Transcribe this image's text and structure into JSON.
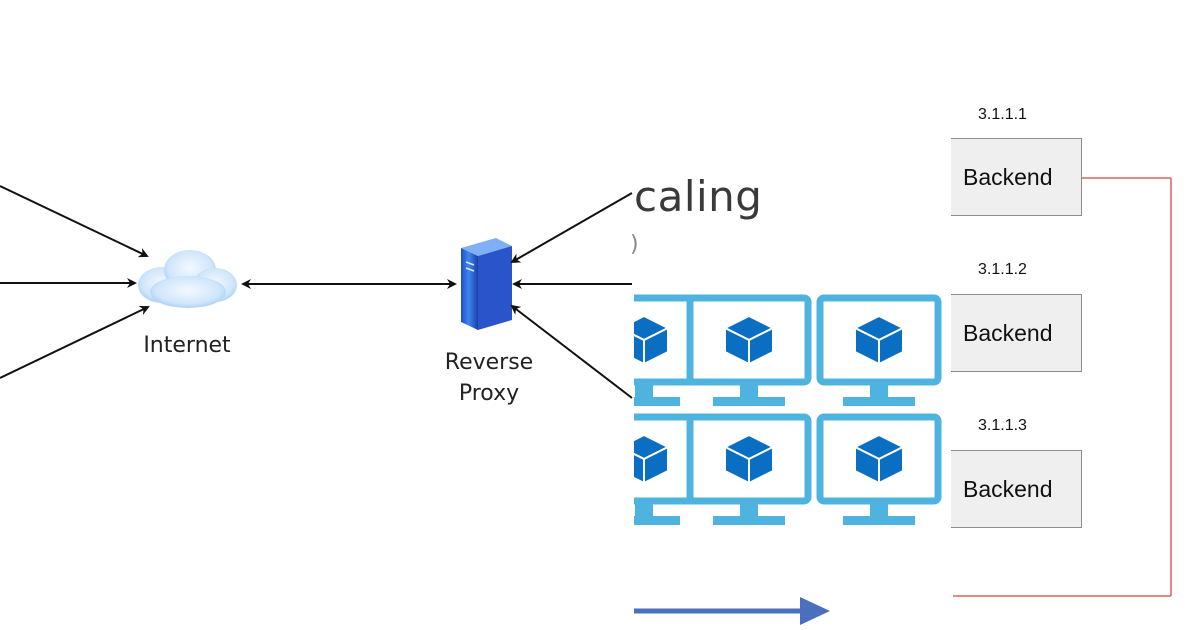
{
  "left_panel": {
    "internet_label": "Internet",
    "proxy_label_line1": "Reverse",
    "proxy_label_line2": "Proxy"
  },
  "middle_panel": {
    "heading_fragment": "caling",
    "subheading_fragment": ")",
    "vm_count": 6,
    "accent_color": "#4fb3e0",
    "cube_color": "#0a6fc2",
    "arrow_color": "#4a6fbf"
  },
  "right_panel": {
    "backends": [
      {
        "ip": "3.1.1.1",
        "label": "Backend"
      },
      {
        "ip": "3.1.1.2",
        "label": "Backend"
      },
      {
        "ip": "3.1.1.3",
        "label": "Backend"
      }
    ],
    "connector_color": "#e06060"
  }
}
